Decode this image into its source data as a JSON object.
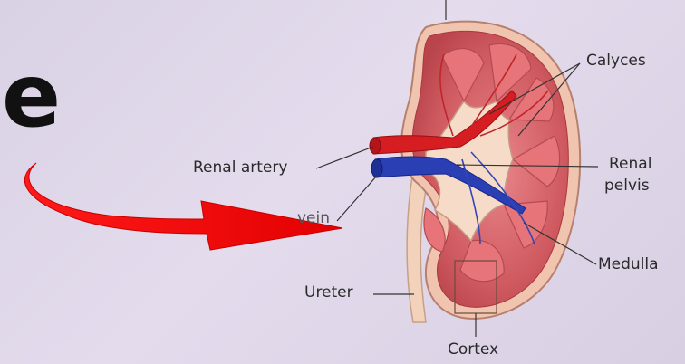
{
  "slide": {
    "partial_heading_letter": "e"
  },
  "diagram": {
    "labels": {
      "calyces": "Calyces",
      "renal_artery": "Renal artery",
      "renal_pelvis_line1": "Renal",
      "renal_pelvis_line2": "pelvis",
      "renal_vein_fragment": "vein",
      "medulla": "Medulla",
      "ureter": "Ureter",
      "cortex": "Cortex"
    },
    "colors": {
      "background": "#ddd5e6",
      "arrow": "#f00a0a",
      "cortex_tissue": "#c8545a",
      "medulla_tissue": "#e06a6f",
      "capsule": "#f2c8b4",
      "pelvis": "#f4d6c0",
      "artery": "#d01c1c",
      "vein": "#2c3fb0",
      "leader_line": "#333333"
    }
  }
}
